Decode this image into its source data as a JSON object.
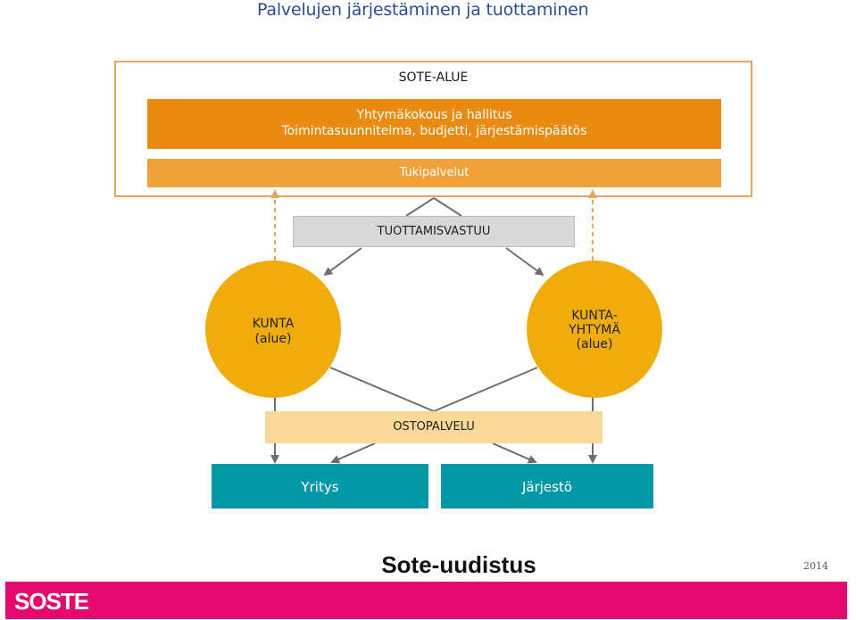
{
  "title": "Palvelujen järjestäminen ja tuottaminen",
  "sote_area": {
    "label": "SOTE-ALUE",
    "governance": {
      "line1": "Yhtymäkokous ja hallitus",
      "line2": "Toimintasuunnitelma, budjetti, järjestämispäätös"
    },
    "support": "Tukipalvelut"
  },
  "production_responsibility": "TUOTTAMISVASTUU",
  "kunta": {
    "line1": "KUNTA",
    "line2": "(alue)"
  },
  "kuntayhtyma": {
    "line1": "KUNTA-",
    "line2": "YHTYMÄ",
    "line3": "(alue)"
  },
  "purchased_services": "OSTOPALVELU",
  "providers": {
    "company": "Yritys",
    "organization": "Järjestö"
  },
  "footer": {
    "title": "Sote-uudistus",
    "year": "2014",
    "logo": "SOSTE"
  },
  "colors": {
    "sote_border": "#e9a55b",
    "governance": "#e88b10",
    "support": "#f0a23a",
    "circle": "#f0ac0b",
    "purchased": "#f8d99a",
    "provider": "#0499a5",
    "footer_bar": "#e5096e",
    "title": "#2a4d8f"
  }
}
